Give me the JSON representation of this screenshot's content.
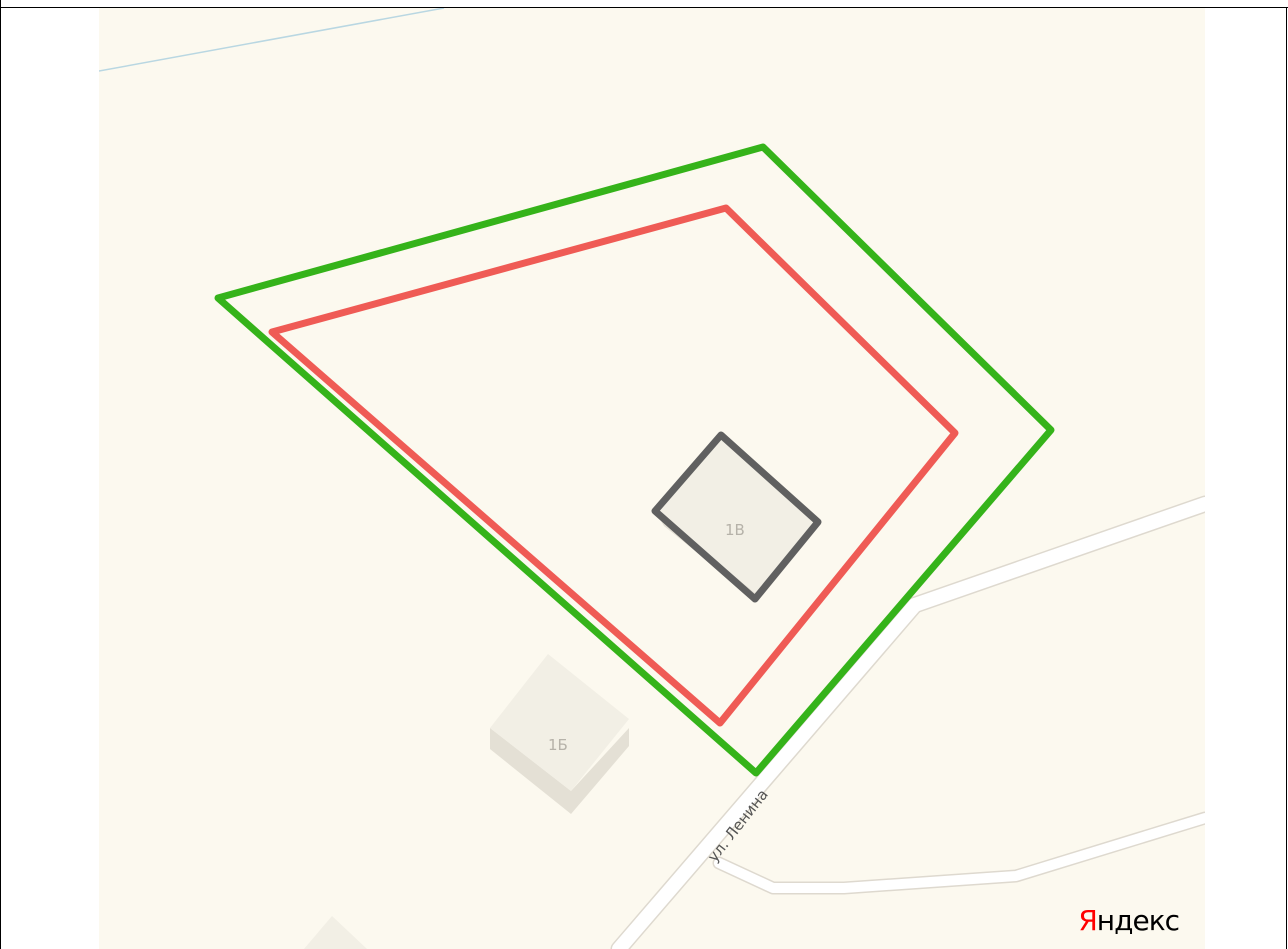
{
  "map": {
    "buildings": [
      {
        "id": "building-1v",
        "label": "1В"
      },
      {
        "id": "building-1b",
        "label": "1Б"
      }
    ],
    "street": {
      "label": "ул. Ленина"
    },
    "logo": {
      "first_letter": "Я",
      "rest": "ндекс"
    },
    "colors": {
      "background": "#fcf9ef",
      "outer_boundary": "#35b31a",
      "inner_boundary": "#ef5b55",
      "building_outline": "#606060",
      "building_fill": "#f2efe5",
      "road_fill": "#ffffff",
      "road_edge": "#ded9cf",
      "water_line": "#b9d7e2"
    }
  }
}
